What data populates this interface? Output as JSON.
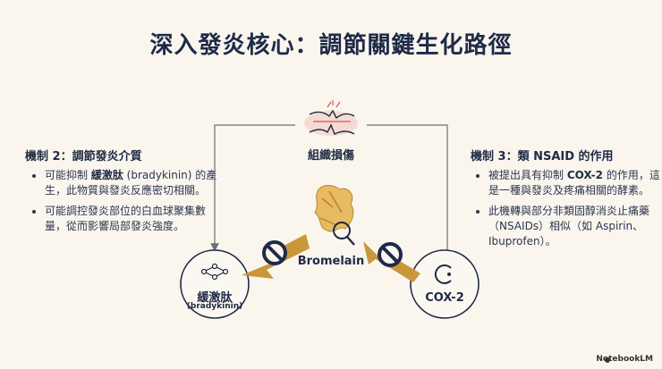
{
  "title": "深入發炎核心：調節關鍵生化路徑",
  "left_panel": {
    "heading": "機制 2：調節發炎介質",
    "bullet1": {
      "prefix": "可能抑制 ",
      "bold": "緩激肽",
      "suffix": " (bradykinin) 的產生，此物質與發炎反應密切相關。"
    },
    "bullet2": "可能調控發炎部位的白血球聚集數量，從而影響局部發炎強度。"
  },
  "right_panel": {
    "heading": "機制 3：類 NSAID 的作用",
    "bullet1": {
      "prefix": "被提出具有抑制 ",
      "bold": "COX-2",
      "suffix": " 的作用，這是一種與發炎及疼痛相關的酵素。"
    },
    "bullet2": "此機轉與部分非類固醇消炎止痛藥（NSAIDs）相似（如 Aspirin、Ibuprofen）。"
  },
  "nodes": {
    "tissue": "組織損傷",
    "bradykinin": "緩激肽",
    "bradykinin_sub": "(bradykinin)",
    "bromelain": "Bromelain",
    "cox2": "COX-2"
  },
  "colors": {
    "arrow_orange": "#c9963a",
    "stop_navy": "#1e2a48",
    "line_gray": "#6b6f78",
    "background": "#faf6ee",
    "tissue_red": "#d9534f"
  },
  "watermark": "NotebookLM"
}
